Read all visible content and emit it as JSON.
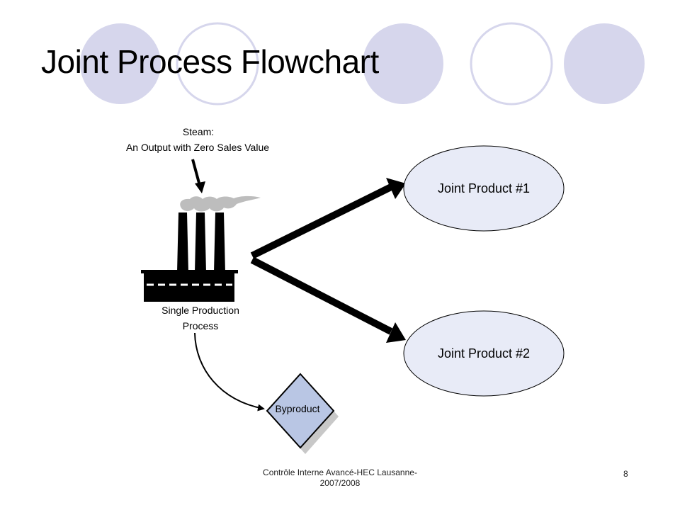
{
  "slide": {
    "title": "Joint Process Flowchart",
    "footer_line1": "Contrôle Interne Avancé-HEC Lausanne-",
    "footer_line2": "2007/2008",
    "page_number": "8"
  },
  "diagram": {
    "steam_label_line1": "Steam:",
    "steam_label_line2": "An Output with Zero Sales Value",
    "process_label_line1": "Single Production",
    "process_label_line2": "Process",
    "joint_product_1": "Joint Product #1",
    "joint_product_2": "Joint Product #2",
    "byproduct": "Byproduct"
  },
  "colors": {
    "decor_circle_fill": "#d6d6ec",
    "decor_circle_outline": "#d6d6ec",
    "ellipse_fill": "#e8ebf7",
    "diamond_fill": "#b9c6e4",
    "smoke": "#bdbdbd"
  },
  "icons": {
    "factory": "factory-icon"
  }
}
